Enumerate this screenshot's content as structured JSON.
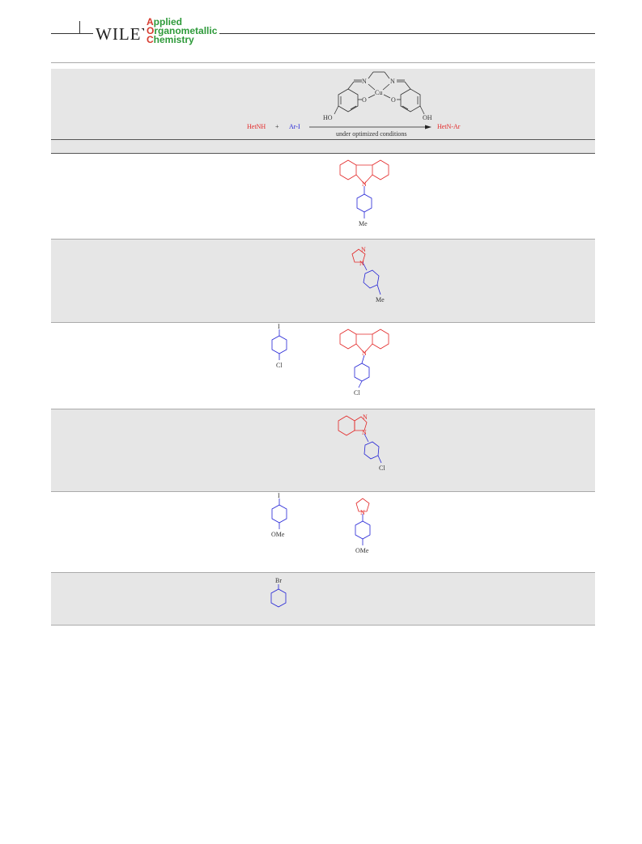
{
  "header": {
    "publisher": "WILEY",
    "journal_line1": "Applied",
    "journal_line2": "Organometallic",
    "journal_line3": "Chemistry",
    "journal_cap1": "A",
    "journal_cap2": "O",
    "journal_cap3": "C",
    "journal_rest1": "pplied",
    "journal_rest2": "rganometallic",
    "journal_rest3": "hemistry"
  },
  "scheme": {
    "reactant1": "HetNH",
    "plus": "+",
    "reactant2": "Ar-I",
    "product": "HetN-Ar",
    "conditions": "under optimized conditions",
    "catalyst_labels": {
      "cu": "Cu",
      "n1": "N",
      "n2": "N",
      "o1": "O",
      "o2": "O",
      "ho": "HO",
      "oh": "OH"
    }
  },
  "rows": [
    {
      "product_substituent": "Me",
      "aryl_halide": null
    },
    {
      "product_substituent": "Me",
      "aryl_halide": null
    },
    {
      "product_substituent": "Cl",
      "aryl_halide": {
        "top": "I",
        "bottom": "Cl"
      }
    },
    {
      "product_substituent": "Cl",
      "aryl_halide": null
    },
    {
      "product_substituent": "OMe",
      "aryl_halide": {
        "top": "I",
        "bottom": "OMe"
      }
    },
    {
      "product_substituent": null,
      "aryl_halide": {
        "top": "Br",
        "bottom": ""
      }
    }
  ],
  "colors": {
    "heterocycle": "#e32626",
    "aryl": "#2424d6",
    "shade": "#e6e6e6",
    "accent_green": "#2e9a3a",
    "accent_red": "#d63a2e"
  }
}
